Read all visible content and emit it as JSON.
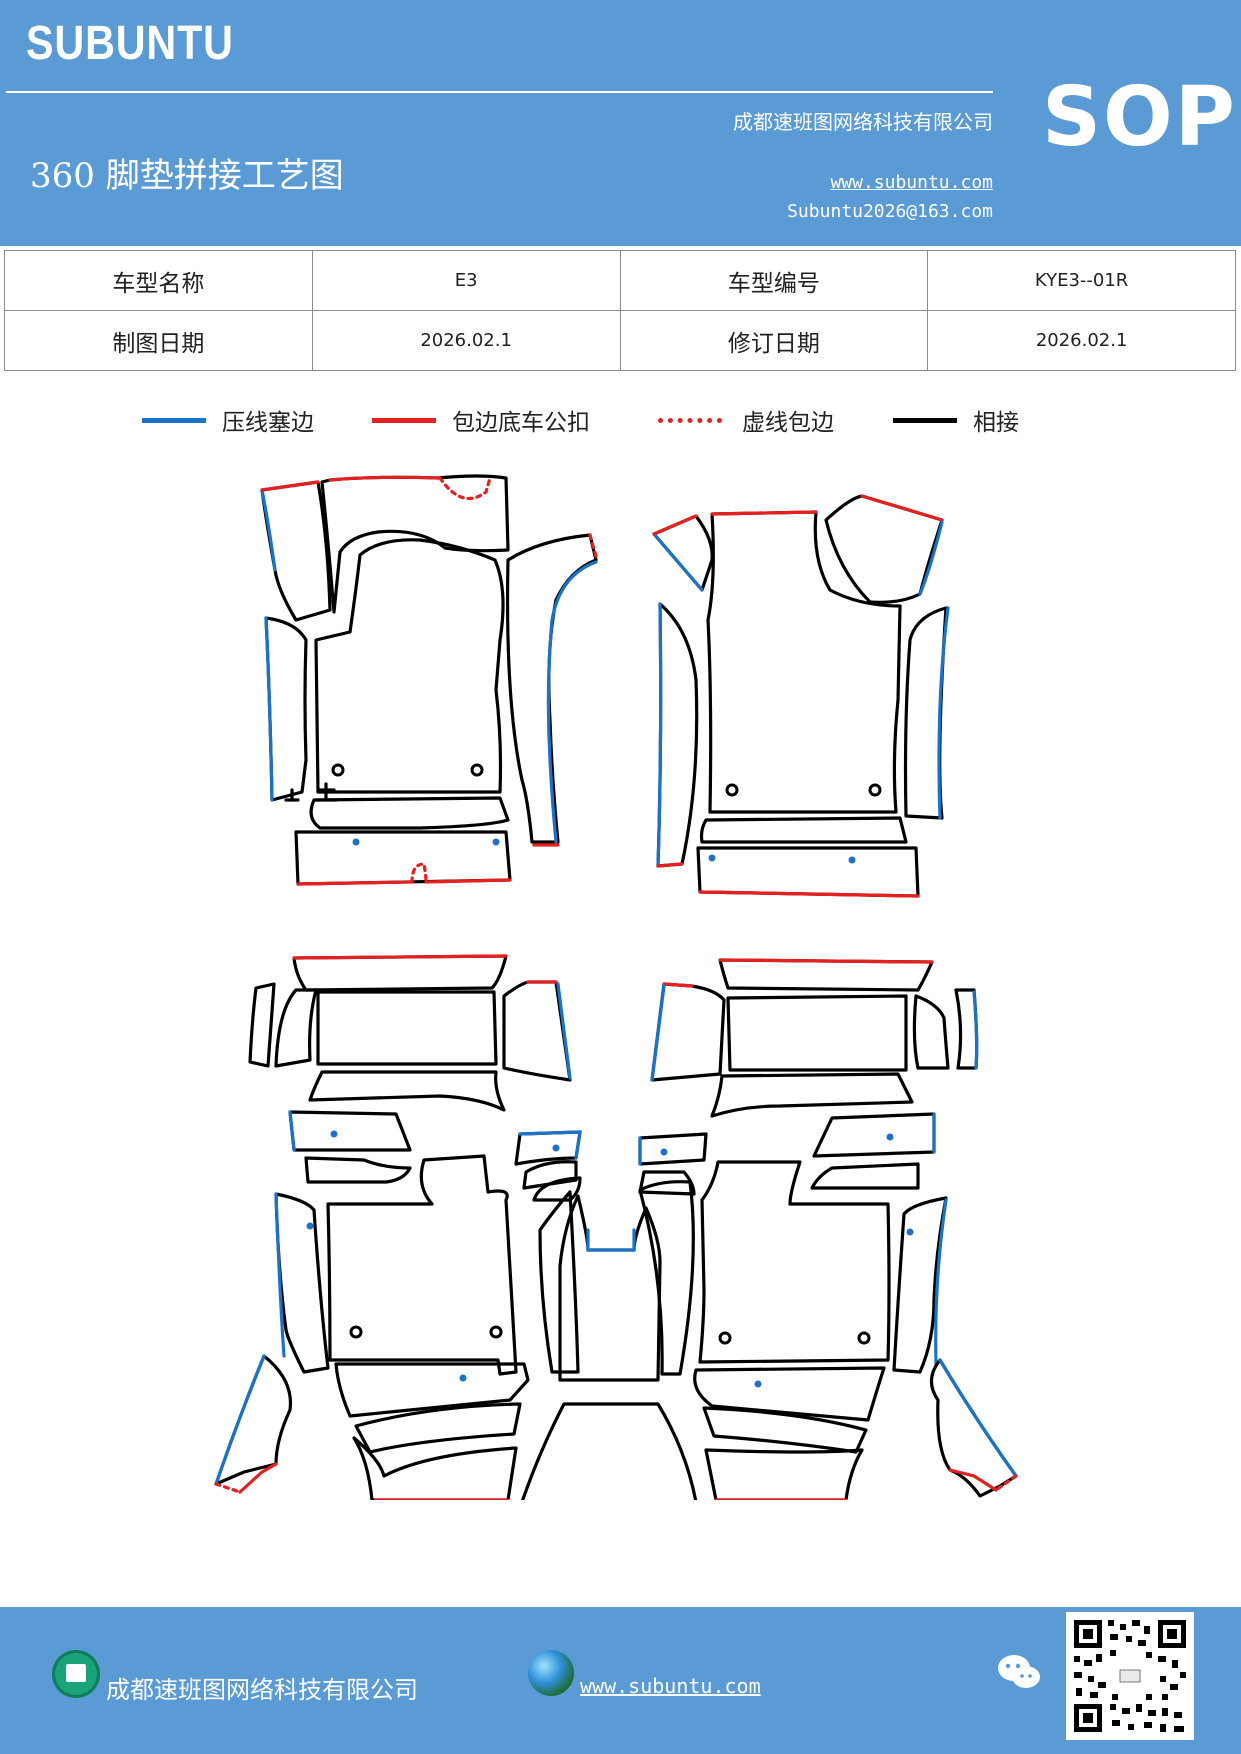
{
  "header": {
    "brand": "SUBUNTU",
    "company": "成都速班图网络科技有限公司",
    "title": "360 脚垫拼接工艺图",
    "website": "www.subuntu.com",
    "email": "Subuntu2026@163.com",
    "badge": "SOP"
  },
  "info_table": {
    "rows": [
      [
        {
          "label": "车型名称"
        },
        {
          "value": "E3"
        },
        {
          "label": "车型编号"
        },
        {
          "value": "KYE3--01R"
        }
      ],
      [
        {
          "label": "制图日期"
        },
        {
          "value": "2026.02.1"
        },
        {
          "label": "修订日期"
        },
        {
          "value": "2026.02.1"
        }
      ]
    ]
  },
  "legend": {
    "items": [
      {
        "label": "压线塞边",
        "color": "#1a73c8",
        "style": "solid"
      },
      {
        "label": "包边底车公扣",
        "color": "#e62020",
        "style": "solid"
      },
      {
        "label": "虚线包边",
        "color": "#e62020",
        "style": "dotted"
      },
      {
        "label": "相接",
        "color": "#000000",
        "style": "solid"
      }
    ]
  },
  "colors": {
    "header_bg": "#5b9bd5",
    "edge_blue": "#1a73c8",
    "edge_red": "#e62020",
    "edge_black": "#000000"
  },
  "footer": {
    "company": "成都速班图网络科技有限公司",
    "website": "www.subuntu.com",
    "icons": [
      "building-icon",
      "globe-icon",
      "wechat-icon",
      "qr-code"
    ]
  }
}
